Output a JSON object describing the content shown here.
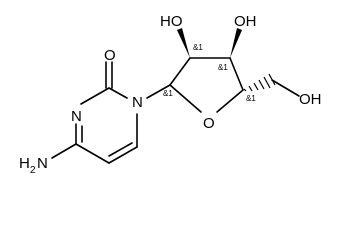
{
  "diagram": {
    "atoms": {
      "n1": "N",
      "n3": "N",
      "o2": "O",
      "nh2_main": "H",
      "nh2_sub": "2",
      "nh2_n": "N",
      "ring_o": "O",
      "oh2": "HO",
      "oh3": "OH",
      "oh5": "OH"
    },
    "stereo_labels": {
      "c1": "&1",
      "c2": "&1",
      "c3": "&1",
      "c4": "&1"
    }
  }
}
